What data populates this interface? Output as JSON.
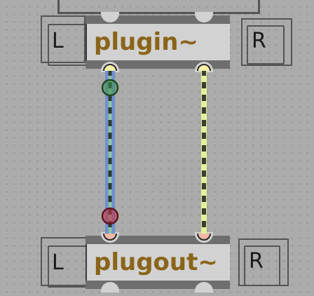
{
  "canvas": {
    "background": "#ababab",
    "grid_dot": "#8f8f8f"
  },
  "objects": {
    "plugin": {
      "label": "plugin~",
      "text_color": "#8a6419"
    },
    "plugout": {
      "label": "plugout~",
      "text_color": "#8a6419"
    }
  },
  "comments": {
    "top_left": "L",
    "top_right": "R",
    "bottom_left": "L",
    "bottom_right": "R"
  },
  "cords": {
    "left": {
      "color": "#6f8fd2",
      "dash": "#2c3e2c",
      "dash_light": "#8fc3a8"
    },
    "right": {
      "color": "#e3f29a",
      "dash": "#3a3f2c"
    }
  },
  "points": {
    "inlet_fill": "#f5f0a8",
    "outlet_fill": "#f0b8a6",
    "green_handle": "#3f8f45",
    "red_handle": "#c23040"
  }
}
